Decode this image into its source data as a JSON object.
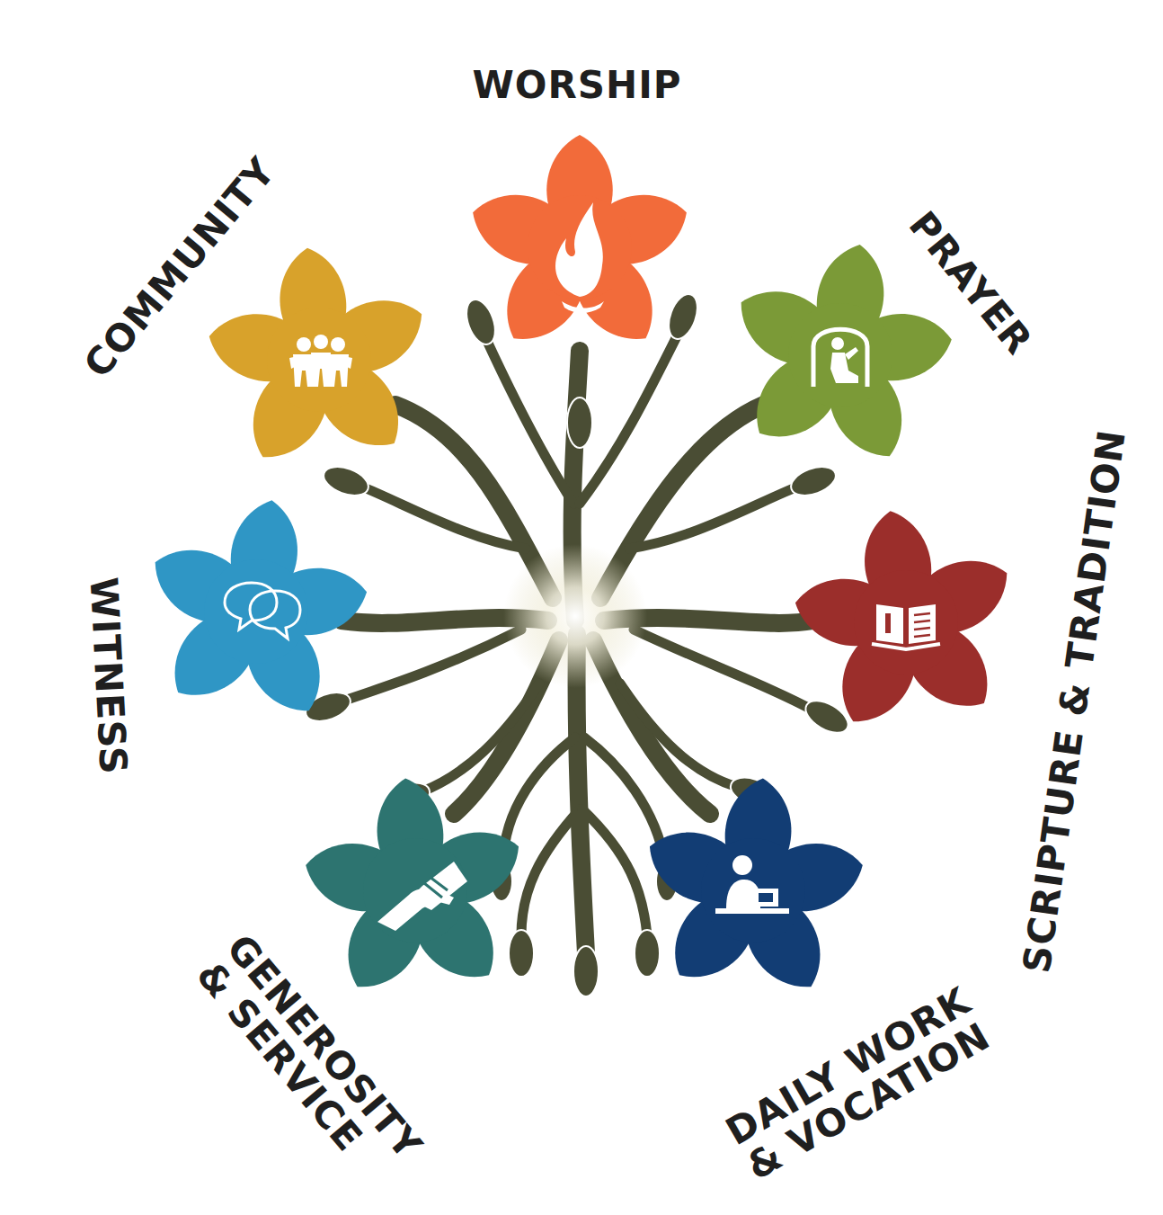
{
  "diagram": {
    "labels": [
      "WORSHIP",
      "PRAYER",
      "SCRIPTURE & TRADITION",
      "DAILY WORK & VOCATION",
      "GENEROSITY & SERVICE",
      "WITNESS",
      "COMMUNITY"
    ]
  }
}
